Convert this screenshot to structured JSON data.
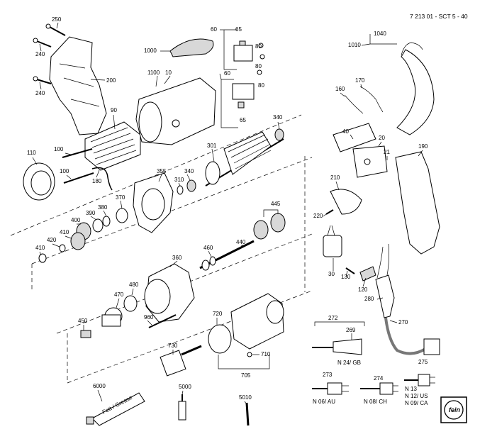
{
  "header": {
    "drawing_number": "7 213 01 - SCT 5 - 40"
  },
  "callouts": [
    "250",
    "240",
    "240",
    "200",
    "90",
    "1000",
    "1100",
    "10",
    "60",
    "65",
    "80",
    "80",
    "60",
    "80",
    "65",
    "340",
    "301",
    "110",
    "100",
    "100",
    "180",
    "355",
    "340",
    "310",
    "370",
    "380",
    "390",
    "400",
    "410",
    "420",
    "410",
    "445",
    "440",
    "460",
    "360",
    "480",
    "470",
    "450",
    "960",
    "720",
    "730",
    "710",
    "705",
    "6000",
    "5000",
    "5010",
    "1010",
    "1040",
    "170",
    "160",
    "40",
    "20",
    "21",
    "190",
    "210",
    "220",
    "30",
    "130",
    "120",
    "280",
    "270",
    "272",
    "269",
    "275",
    "273",
    "274"
  ],
  "variants": [
    "N 24/ GB",
    "N 06/ AU",
    "N 08/ CH",
    "N 13",
    "N 12/ US",
    "N 09/ CA"
  ],
  "grease": {
    "label": "Fett / Grease"
  },
  "logo": {
    "text": "fein"
  }
}
